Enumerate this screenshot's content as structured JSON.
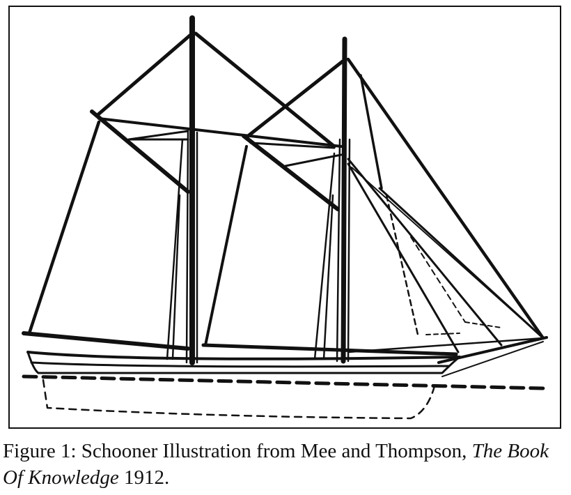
{
  "figure": {
    "label": "Figure 1:",
    "description": "Schooner Illustration from Mee and Thompson,",
    "title_italic": "The Book Of Knowledge",
    "year": "1912",
    "end_punct": ".",
    "image_subject": "Two-masted schooner line drawing"
  }
}
